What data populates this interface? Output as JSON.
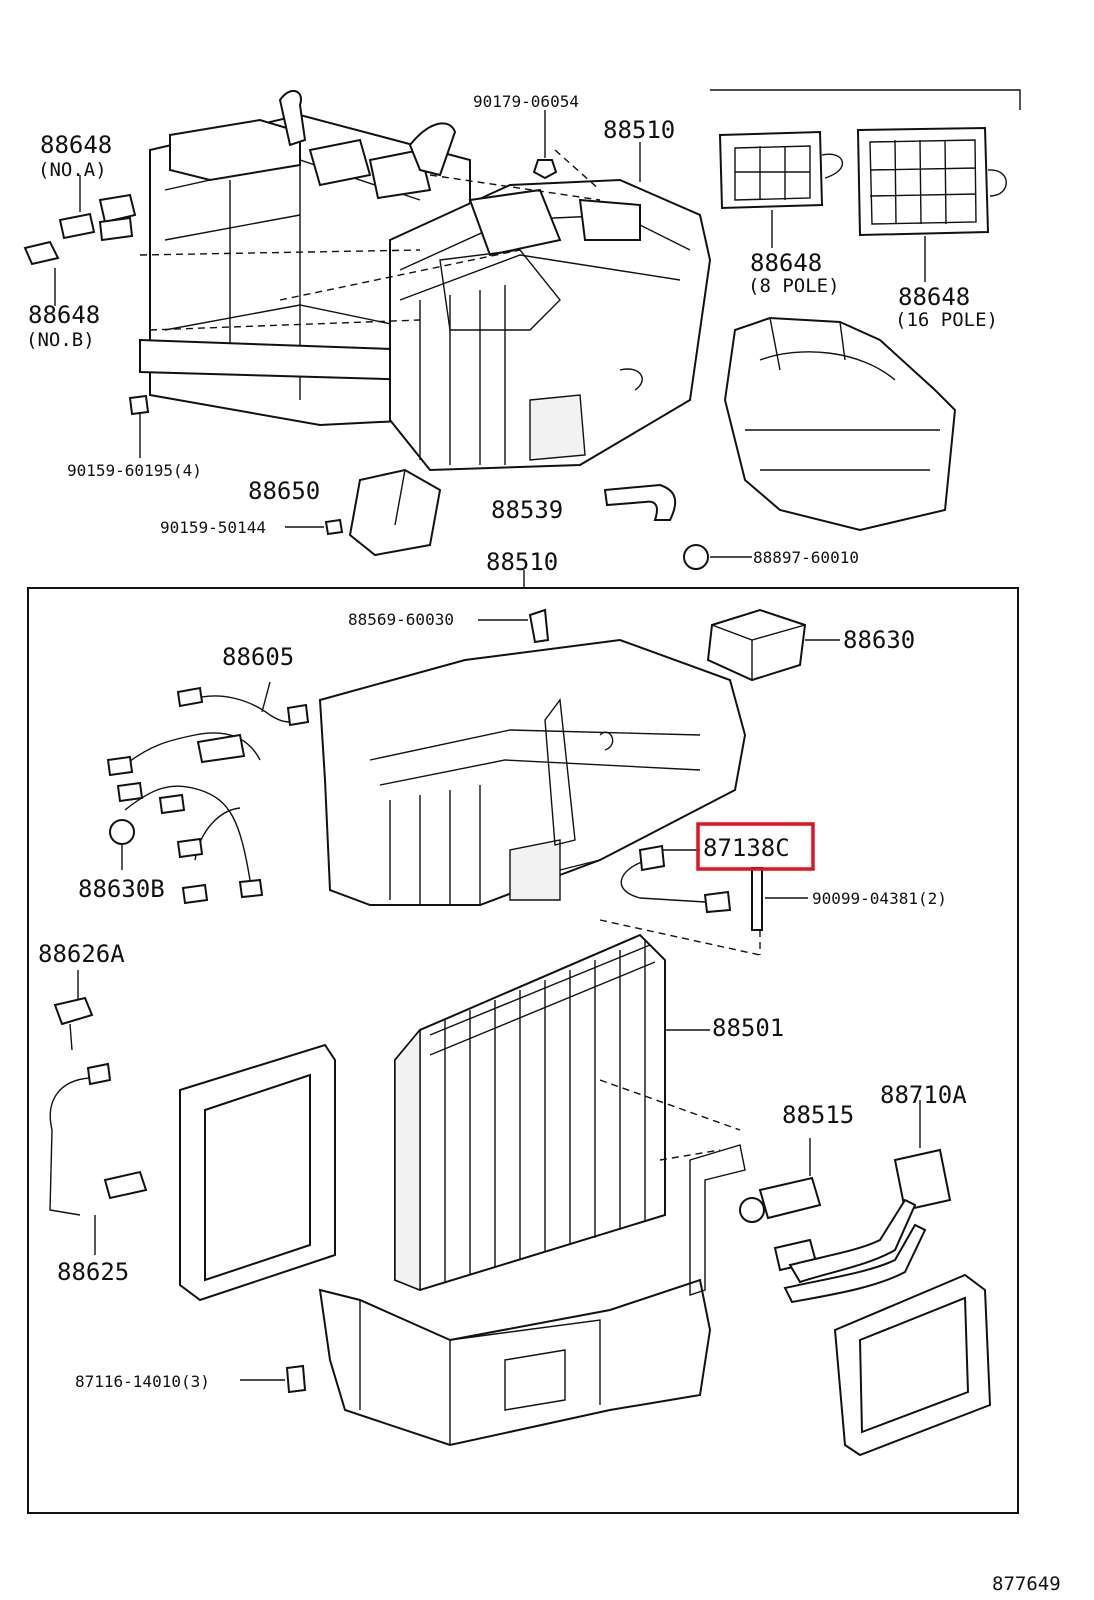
{
  "labels": {
    "l_90179_06054": "90179-06054",
    "l_88510_top": "88510",
    "l_88648_a_num": "88648",
    "l_88648_a_sub": "(NO.A)",
    "l_88648_b_num": "88648",
    "l_88648_b_sub": "(NO.B)",
    "l_88648_8_num": "88648",
    "l_88648_8_sub": "(8 POLE)",
    "l_88648_16_num": "88648",
    "l_88648_16_sub": "(16 POLE)",
    "l_90159_60195": "90159-60195(4)",
    "l_88650": "88650",
    "l_90159_50144": "90159-50144",
    "l_88539": "88539",
    "l_88897_60010": "88897-60010",
    "l_88510_mid": "88510",
    "l_88569_60030": "88569-60030",
    "l_88630": "88630",
    "l_88605": "88605",
    "l_87138c": "87138C",
    "l_90099_04381": "90099-04381(2)",
    "l_88630b": "88630B",
    "l_88626a": "88626A",
    "l_88501": "88501",
    "l_88710a": "88710A",
    "l_88515": "88515",
    "l_88625": "88625",
    "l_87116_14010": "87116-14010(3)"
  },
  "diagram_id": "877649",
  "highlight": {
    "part": "87138C",
    "color": "#e0141e"
  }
}
